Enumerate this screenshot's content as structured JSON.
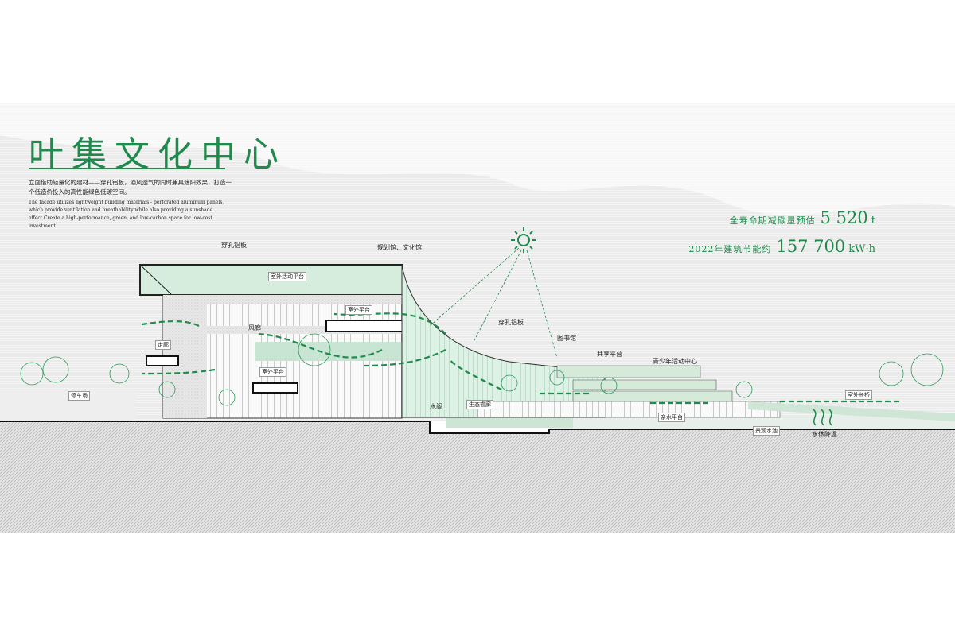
{
  "header": {
    "title": "叶集文化中心",
    "description_cn": "立面借助轻量化的建材——穿孔铝板，通风透气的同时兼具遮阳效果，打造一个低造价投入的高性能绿色低碳空间。",
    "description_en": "The facade utilizes lightweight building materials - perforated aluminum panels, which provide ventilation and breathability while also providing a sunshade effect.Create a high-performance, green, and low-carbon space for low-cost investment."
  },
  "stats": [
    {
      "label": "全寿命期减碳量预估",
      "value": "5 520",
      "unit": "t"
    },
    {
      "label": "2022年建筑节能约",
      "value": "157 700",
      "unit": "kW·h"
    }
  ],
  "labels": {
    "perforated_panel_top": "穿孔铝板",
    "planning_culture_hall": "规划馆、文化馆",
    "outdoor_activity_platform": "室外活动平台",
    "outdoor_platform_upper": "室外平台",
    "wind_corridor": "风廊",
    "corridor": "走廊",
    "outdoor_platform_lower": "室外平台",
    "parking": "停车场",
    "perforated_panel_mid": "穿孔铝板",
    "library": "图书馆",
    "shared_platform": "共享平台",
    "youth_center": "青少年活动中心",
    "water_pavilion": "水阁",
    "eco_eave_corridor": "生态檐廊",
    "waterfront_platform": "亲水平台",
    "landscape_pool": "景观水池",
    "water_cooling": "水体降温",
    "outdoor_bridge": "室外长桥"
  },
  "colors": {
    "accent": "#1f8a4c",
    "glass": "#cfe9da",
    "sky": "#eeeeee",
    "ground": "#d6d6d6"
  }
}
